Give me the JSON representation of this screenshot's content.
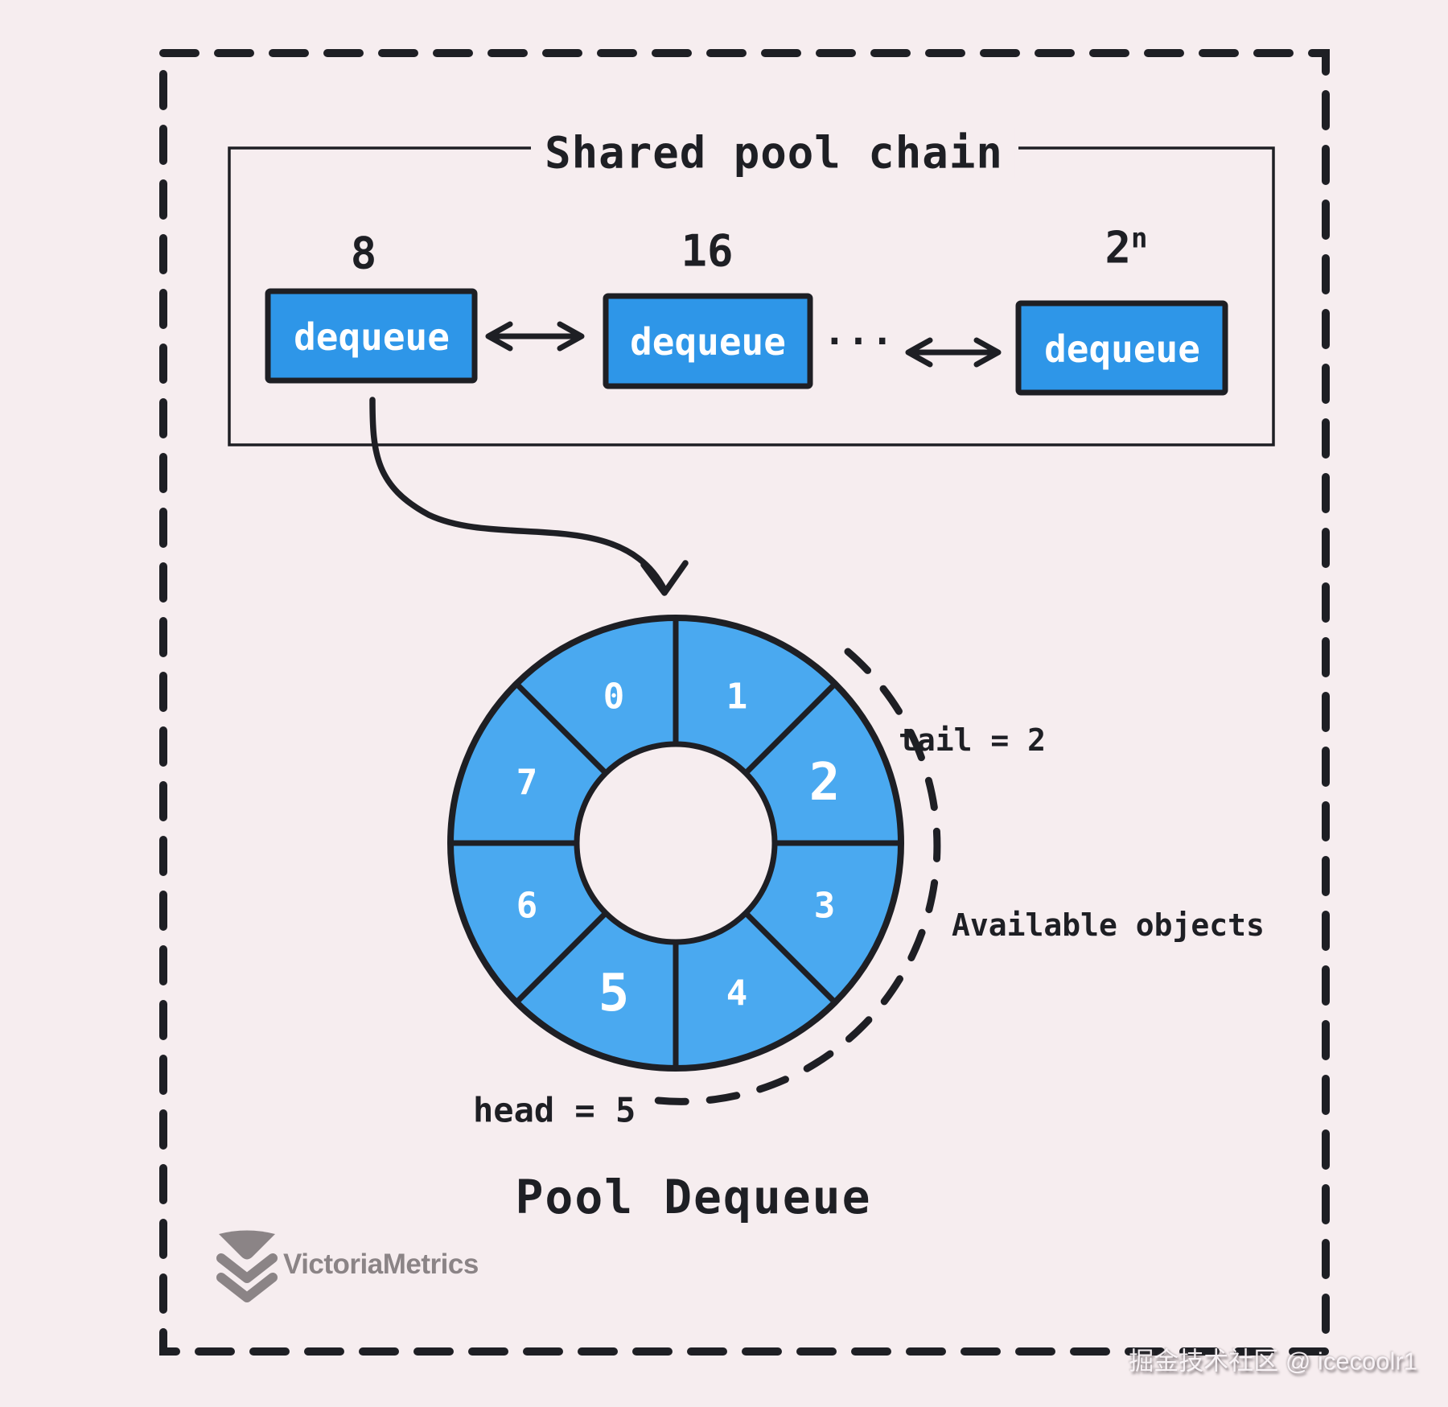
{
  "background": "#f6edef",
  "colors": {
    "stroke_dark": "#1e1f24",
    "box_blue": "#2e96e8",
    "ring_blue": "#4aa9f0",
    "text_light": "#ffffff",
    "logo_gray": "#8b8486"
  },
  "chain": {
    "title": "Shared pool chain",
    "nodes": [
      {
        "size": "8",
        "label": "dequeue"
      },
      {
        "size": "16",
        "label": "dequeue"
      },
      {
        "size_base": "2",
        "size_exp": "n",
        "label": "dequeue"
      }
    ],
    "ellipsis": "···"
  },
  "ring": {
    "segments": [
      "0",
      "1",
      "2",
      "3",
      "4",
      "5",
      "6",
      "7"
    ],
    "tail_label": "tail = 2",
    "available_label": "Available objects",
    "head_label": "head = 5",
    "caption": "Pool Dequeue"
  },
  "brand": {
    "name": "VictoriaMetrics"
  },
  "watermark": "掘金技术社区 @ icecoolr1"
}
